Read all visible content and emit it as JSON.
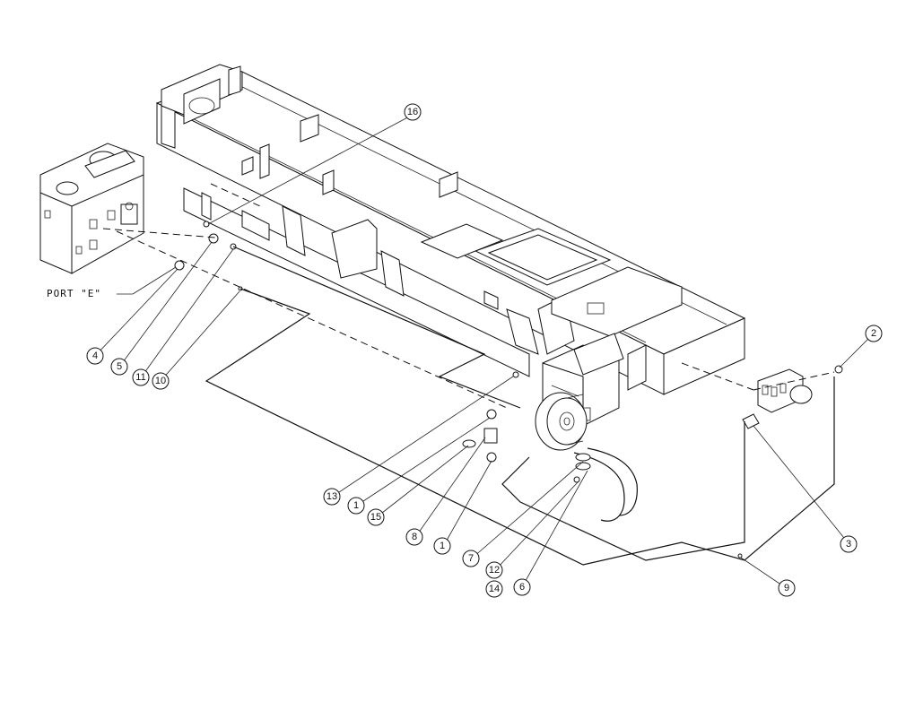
{
  "diagram": {
    "port_label": "PORT \"E\"",
    "callouts": [
      {
        "id": "c16",
        "label": "16"
      },
      {
        "id": "c2",
        "label": "2"
      },
      {
        "id": "c4",
        "label": "4"
      },
      {
        "id": "c5",
        "label": "5"
      },
      {
        "id": "c11",
        "label": "11"
      },
      {
        "id": "c10",
        "label": "10"
      },
      {
        "id": "c13",
        "label": "13"
      },
      {
        "id": "c1a",
        "label": "1"
      },
      {
        "id": "c15",
        "label": "15"
      },
      {
        "id": "c8",
        "label": "8"
      },
      {
        "id": "c1b",
        "label": "1"
      },
      {
        "id": "c7",
        "label": "7"
      },
      {
        "id": "c12",
        "label": "12"
      },
      {
        "id": "c14",
        "label": "14"
      },
      {
        "id": "c6",
        "label": "6"
      },
      {
        "id": "c3",
        "label": "3"
      },
      {
        "id": "c9",
        "label": "9"
      }
    ]
  }
}
